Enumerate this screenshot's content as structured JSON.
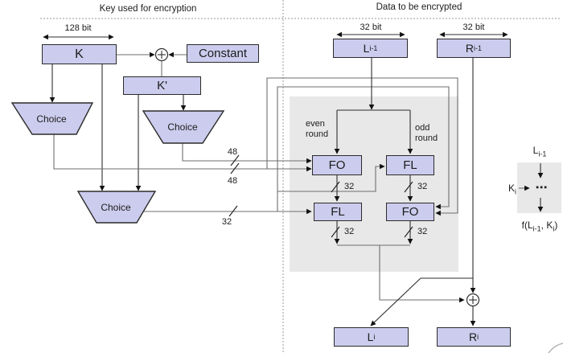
{
  "colors": {
    "box": "#ccccee",
    "panel": "#e8e8e8",
    "wire": "#6e6e6e",
    "ink": "#1c1c1c",
    "dash": "#9a9a9a"
  },
  "titles": {
    "left": "Key used for encryption",
    "right": "Data to be encrypted"
  },
  "key_section": {
    "bit_width": "128 bit",
    "k": "K",
    "constant": "Constant",
    "k_prime": "K'",
    "choice": "Choice",
    "bus48": "48",
    "bus32": "32"
  },
  "data_section": {
    "bit_width": "32 bit",
    "l_prev": {
      "base": "L",
      "sub": "i-1"
    },
    "r_prev": {
      "base": "R",
      "sub": "i-1"
    },
    "even": {
      "line1": "even",
      "line2": "round"
    },
    "odd": {
      "line1": "odd",
      "line2": "round"
    },
    "fo": "FO",
    "fl": "FL",
    "bus32": "32",
    "l_out": {
      "base": "L",
      "sub": "i"
    },
    "r_out": {
      "base": "R",
      "sub": "i"
    }
  },
  "mini": {
    "input": {
      "base": "L",
      "sub": "i-1"
    },
    "key": {
      "base": "K",
      "sub": "i"
    },
    "dots": "⋯",
    "f": {
      "open": "f(",
      "l": "L",
      "l_sub": "i-1",
      "comma": ", ",
      "k": "K",
      "k_sub": "i",
      "close": ")"
    }
  }
}
